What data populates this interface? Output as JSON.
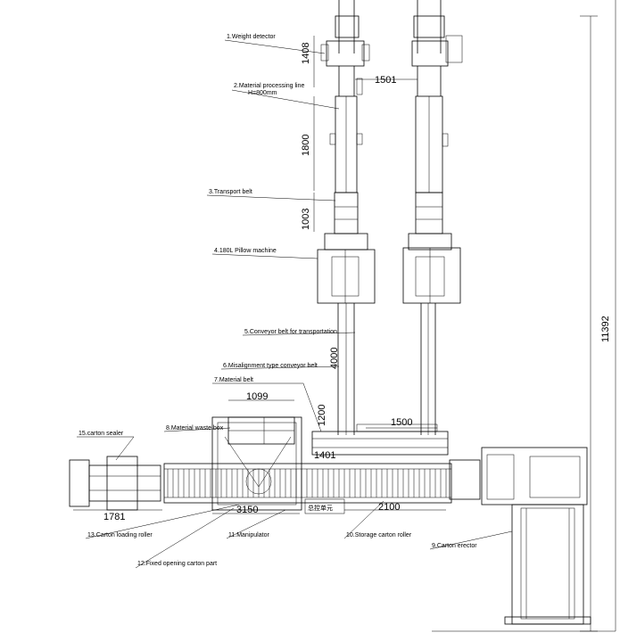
{
  "labels": {
    "l1": "1.Weight detector",
    "l2a": "2.Material  processing line",
    "l2b": "H=800mm",
    "l3": "3.Transport belt",
    "l4": "4.180L Pillow machine",
    "l5": "5.Conveyor belt for transportation",
    "l6": "6.Misalignment type  conveyor belt",
    "l7": "7.Material belt",
    "l8": "8.Material waste box",
    "l9": "9.Carton erector",
    "l10": "10.Storage carton roller",
    "l11": "11.Manipulator",
    "l12": "12.Fixed opening carton part",
    "l13": "13.Carton loading roller",
    "l15": "15.carton sealer",
    "control": "总控单元"
  },
  "dimensions": {
    "d1408": "1408",
    "d1501": "1501",
    "d1800": "1800",
    "d1003": "1003",
    "d11392": "11392",
    "d4000": "4000",
    "d1099": "1099",
    "d1200": "1200",
    "d1500": "1500",
    "d1401": "1401",
    "d1781": "1781",
    "d3150": "3150",
    "d2100": "2100"
  }
}
